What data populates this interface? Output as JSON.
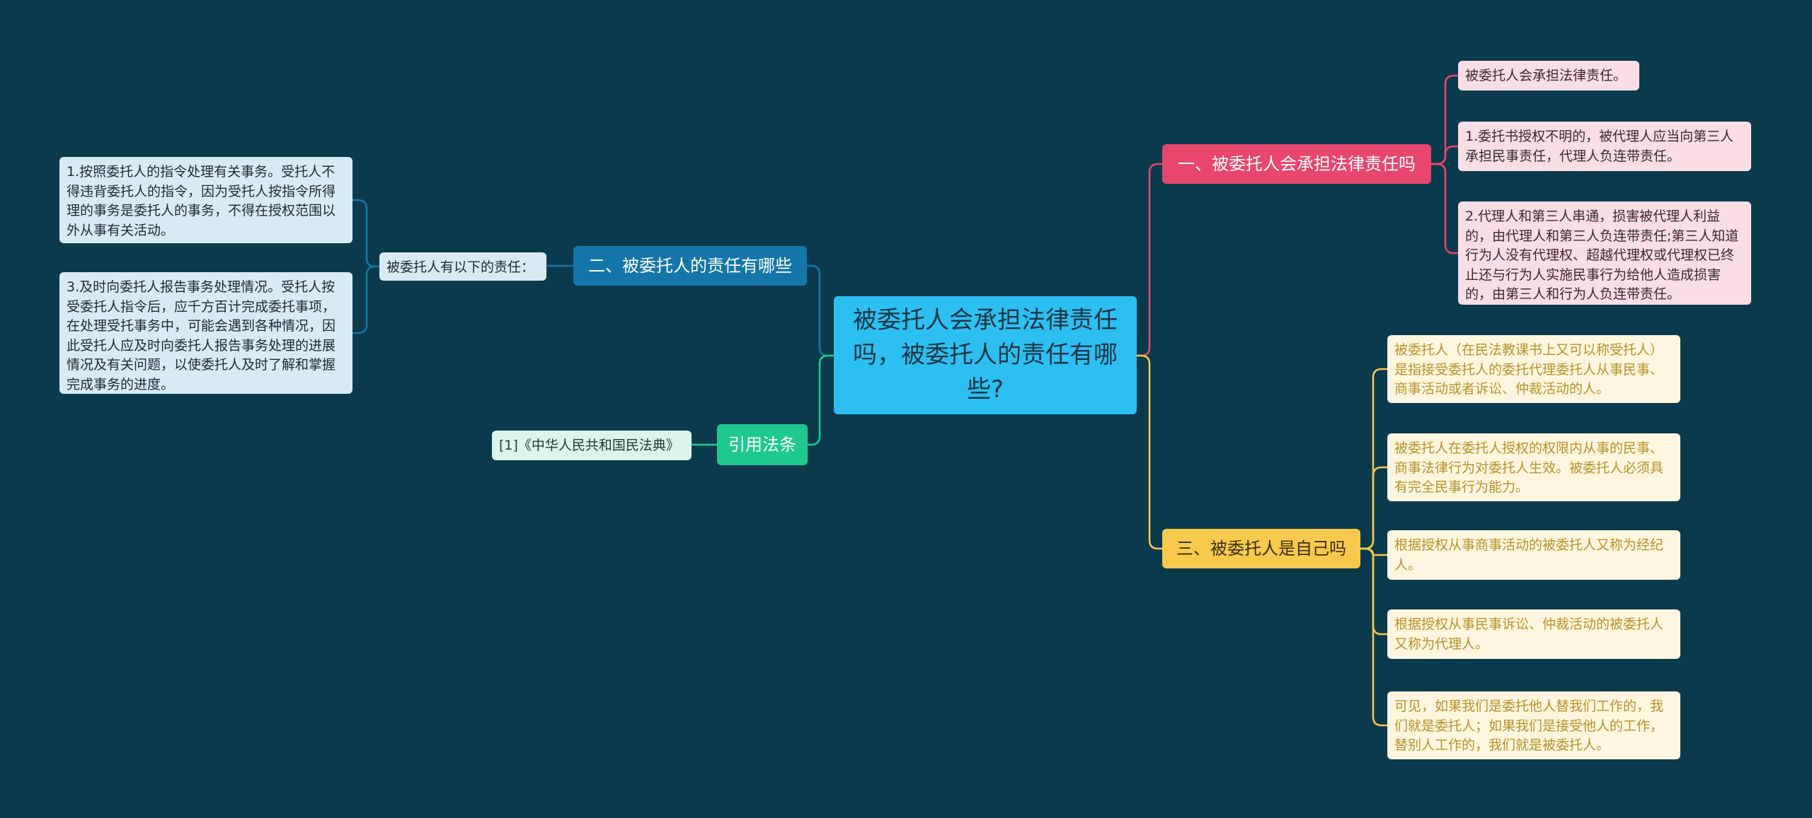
{
  "root": {
    "title": "被委托人会承担法律责任吗，被委托人的责任有哪些?"
  },
  "branch1": {
    "label": "一、被委托人会承担法律责任吗",
    "color": "#e8466d",
    "items": [
      "被委托人会承担法律责任。",
      "1.委托书授权不明的，被代理人应当向第三人承担民事责任，代理人负连带责任。",
      "2.代理人和第三人串通，损害被代理人利益的，由代理人和第三人负连带责任;第三人知道行为人没有代理权、超越代理权或代理权已终止还与行为人实施民事行为给他人造成损害的，由第三人和行为人负连带责任。"
    ]
  },
  "branch2": {
    "label": "二、被委托人的责任有哪些",
    "color": "#1476a8",
    "sub": "被委托人有以下的责任：",
    "items": [
      "1.按照委托人的指令处理有关事务。受托人不得违背委托人的指令，因为受托人按指令所得理的事务是委托人的事务，不得在授权范围以外从事有关活动。",
      "3.及时向委托人报告事务处理情况。受托人按受委托人指令后，应千方百计完成委托事项，在处理受托事务中，可能会遇到各种情况，因此受托人应及时向委托人报告事务处理的进展情况及有关问题，以使委托人及时了解和掌握完成事务的进度。"
    ]
  },
  "branch3": {
    "label": "三、被委托人是自己吗",
    "color": "#f7c94c",
    "items": [
      "被委托人（在民法教课书上又可以称受托人）是指接受委托人的委托代理委托人从事民事、商事活动或者诉讼、仲裁活动的人。",
      "被委托人在委托人授权的权限内从事的民事、商事法律行为对委托人生效。被委托人必须具有完全民事行为能力。",
      "根据授权从事商事活动的被委托人又称为经纪人。",
      "根据授权从事民事诉讼、仲裁活动的被委托人又称为代理人。",
      "可见，如果我们是委托他人替我们工作的，我们就是委托人；如果我们是接受他人的工作，替别人工作的，我们就是被委托人。"
    ]
  },
  "branch4": {
    "label": "引用法条",
    "color": "#1ec98f",
    "items": [
      "[1]《中华人民共和国民法典》"
    ]
  }
}
